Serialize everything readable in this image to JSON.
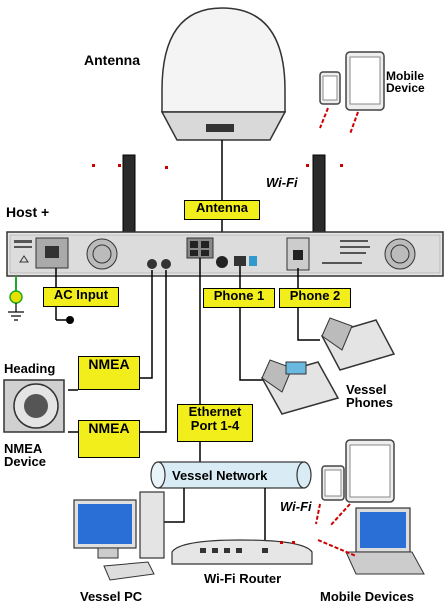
{
  "labels": {
    "antenna": "Antenna",
    "mobile_devices_top": "Mobile Device",
    "wifi_top": "Wi-Fi",
    "host": "Host +",
    "heading": "Heading",
    "nmea_device": "NMEA Device",
    "vessel_phones": "Vessel Phones",
    "wifi_bottom": "Wi-Fi",
    "vessel_pc": "Vessel PC",
    "wifi_router": "Wi-Fi Router",
    "mobile_devices_bottom": "Mobile Devices"
  },
  "boxes": {
    "antenna_port": "Antenna",
    "ac_input": "AC Input",
    "phone1": "Phone 1",
    "phone2": "Phone 2",
    "nmea_top": "NMEA",
    "nmea_top_sub": "",
    "nmea_bottom": "NMEA",
    "ethernet": "Ethernet\nPort 1-4",
    "vessel_network": "Vessel Network"
  }
}
